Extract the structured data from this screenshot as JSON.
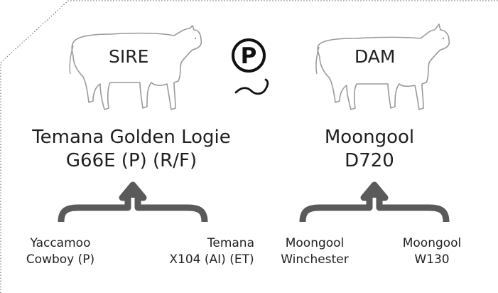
{
  "sire": {
    "label": "SIRE",
    "name_line1": "Temana Golden Logie",
    "name_line2": "G66E (P) (R/F)",
    "ancestors": [
      {
        "line1": "Yaccamoo",
        "line2": "Cowboy (P)"
      },
      {
        "line1": "Temana",
        "line2": "X104 (AI) (ET)"
      }
    ]
  },
  "dam": {
    "label": "DAM",
    "name_line1": "Moongool",
    "name_line2": "D720",
    "ancestors": [
      {
        "line1": "Moongool",
        "line2": "Winchester"
      },
      {
        "line1": "Moongool",
        "line2": "W130"
      }
    ]
  },
  "logo": {
    "letter": "P",
    "icon": "polled-p-icon"
  },
  "colors": {
    "brace": "#5a5a5a",
    "outline": "#9a9a9a",
    "text": "#222222"
  }
}
